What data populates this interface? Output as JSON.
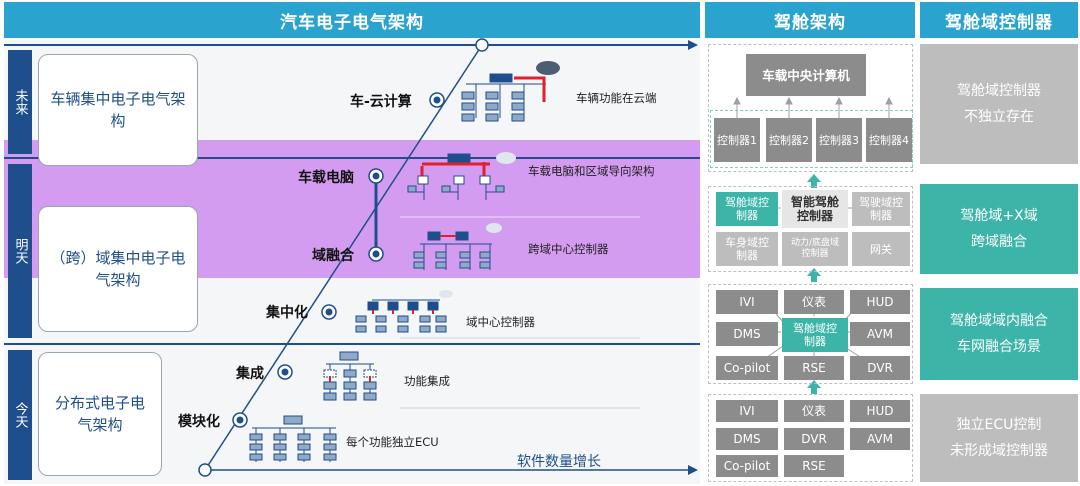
{
  "headers": {
    "left": "汽车电子电气架构",
    "middle": "驾舱架构",
    "right": "驾舱域控制器"
  },
  "eras": {
    "future": {
      "label": "未来",
      "box": "车辆集中电子电气架构"
    },
    "tomorrow": {
      "label": "明天",
      "box": "（跨）域集中电子电气架构"
    },
    "today": {
      "label": "今天",
      "box": "分布式电子电气架构"
    }
  },
  "stages": [
    {
      "label": "车-云计算",
      "desc": "车辆功能在云端"
    },
    {
      "label": "车载电脑",
      "desc": "车载电脑和区域导向架构"
    },
    {
      "label": "域融合",
      "desc": "跨域中心控制器"
    },
    {
      "label": "集中化",
      "desc": "域中心控制器"
    },
    {
      "label": "集成",
      "desc": "功能集成"
    },
    {
      "label": "模块化",
      "desc": "每个功能独立ECU"
    }
  ],
  "axis_label": "软件数量增长",
  "cockpit": {
    "central": "车载中央计算机",
    "controllers": [
      "控制器1",
      "控制器2",
      "控制器3",
      "控制器4"
    ],
    "tier2": {
      "cockpit_ctrl": "驾舱域控制器",
      "smart_cockpit": "智能驾舱控制器",
      "driving_ctrl": "驾驶域控制器",
      "body_ctrl": "车身域控制器",
      "powertrain_ctrl": "动力/底盘域控制器",
      "gateway": "网关"
    },
    "tier3": {
      "ivi": "IVI",
      "cluster": "仪表",
      "hud": "HUD",
      "dms": "DMS",
      "center": "驾舱域控制器",
      "avm": "AVM",
      "copilot": "Co-pilot",
      "rse": "RSE",
      "dvr": "DVR"
    },
    "tier4": {
      "ivi": "IVI",
      "cluster": "仪表",
      "hud": "HUD",
      "dms": "DMS",
      "dvr": "DVR",
      "avm": "AVM",
      "copilot": "Co-pilot",
      "rse": "RSE"
    }
  },
  "right_panel": [
    {
      "line1": "驾舱域控制器",
      "line2": "不独立存在",
      "color": "#bdbdbd"
    },
    {
      "line1": "驾舱域+X域",
      "line2": "跨域融合",
      "color": "#3cb5a8"
    },
    {
      "line1": "驾舱域域内融合",
      "line2": "车网融合场景",
      "color": "#3cb5a8"
    },
    {
      "line1": "独立ECU控制",
      "line2": "未形成域控制器",
      "color": "#bdbdbd"
    }
  ],
  "colors": {
    "header": "#2aa3cf",
    "navy": "#1f4e8c",
    "purple_band": "#d49cf0",
    "teal": "#3cb5a8",
    "gray_box": "#8c8c8c",
    "red_accent": "#e0202a"
  }
}
